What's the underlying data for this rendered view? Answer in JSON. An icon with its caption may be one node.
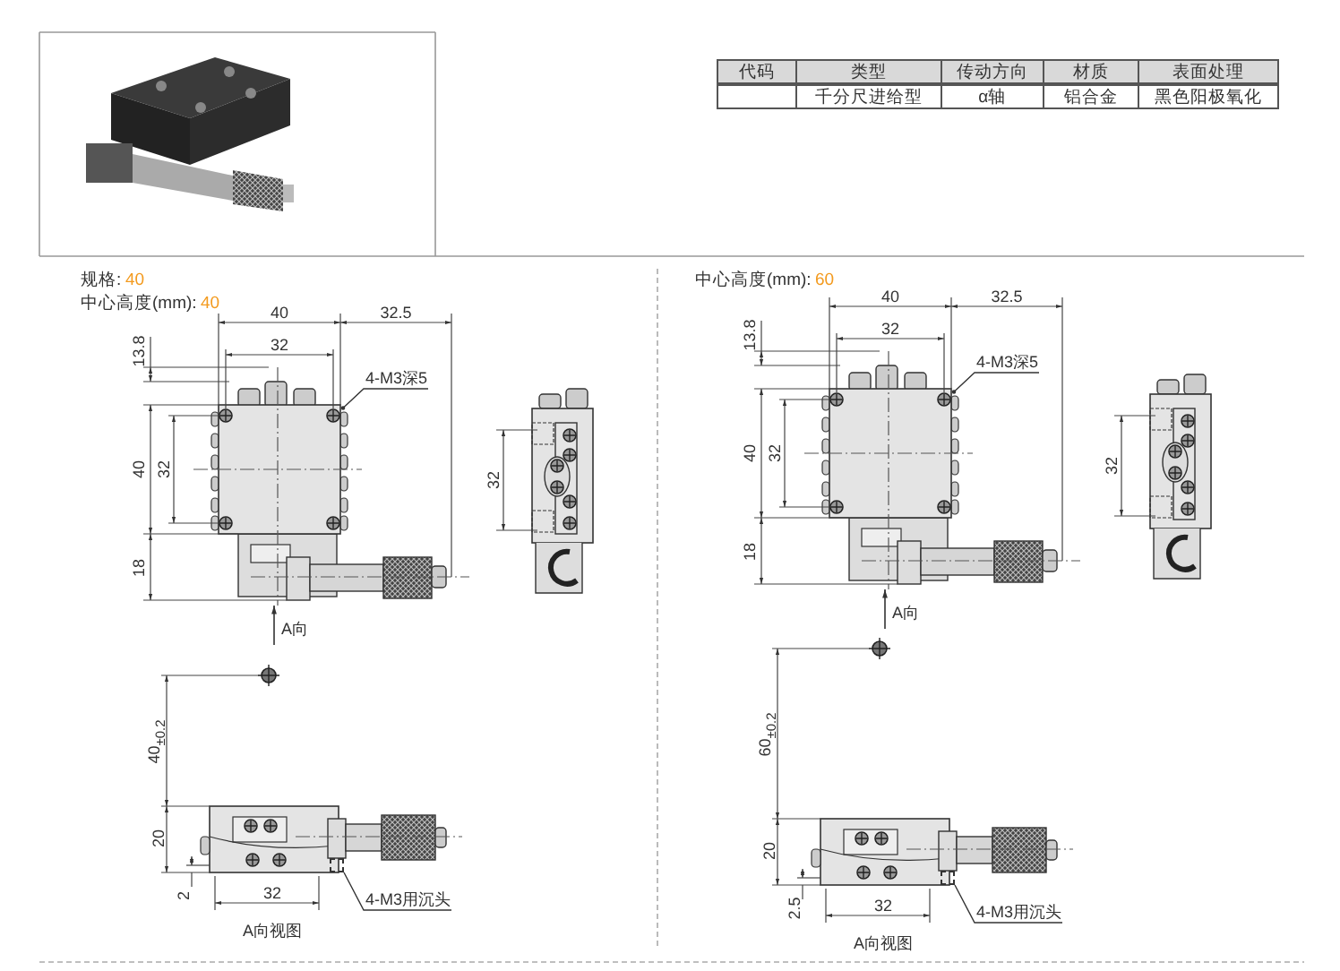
{
  "diagram": {
    "nodes": [
      {
        "text": [
          "4-M3深5"
        ]
      },
      {
        "text": [
          "4-M3用沉头"
        ]
      },
      {
        "text": [],
        "shape": "box"
      },
      {
        "text": [
          "4-M3深5"
        ]
      },
      {
        "text": [
          "4-M3用沉头"
        ]
      },
      {
        "text": [],
        "shape": "box"
      }
    ],
    "edges": [
      {
        "from": 0,
        "to": null,
        "arrow": "other"
      },
      {
        "from": 1,
        "to": 2,
        "arrow": "none"
      },
      {
        "from": 3,
        "to": null,
        "arrow": "other"
      },
      {
        "from": 4,
        "to": 5,
        "arrow": "none"
      }
    ],
    "labels": [
      "代码",
      "类型",
      "传动方向",
      "材质",
      "表面处理",
      "千分尺进给型",
      "α轴",
      "铝合金",
      "黑色阳极氧化",
      "规格:",
      "40",
      "中心高度(mm):",
      "40",
      "40",
      "32.5",
      "13.8",
      "32",
      "40",
      "32",
      "32",
      "18",
      "A向",
      "40$_{±0.2}$",
      "20",
      "2",
      "32",
      "A向视图",
      "中心高度(mm):",
      "60",
      "40",
      "32.5",
      "13.8",
      "32",
      "40",
      "32",
      "32",
      "18",
      "A向",
      "60$_{±0.2}$",
      "20",
      "2.5",
      "32",
      "A向视图"
    ]
  }
}
